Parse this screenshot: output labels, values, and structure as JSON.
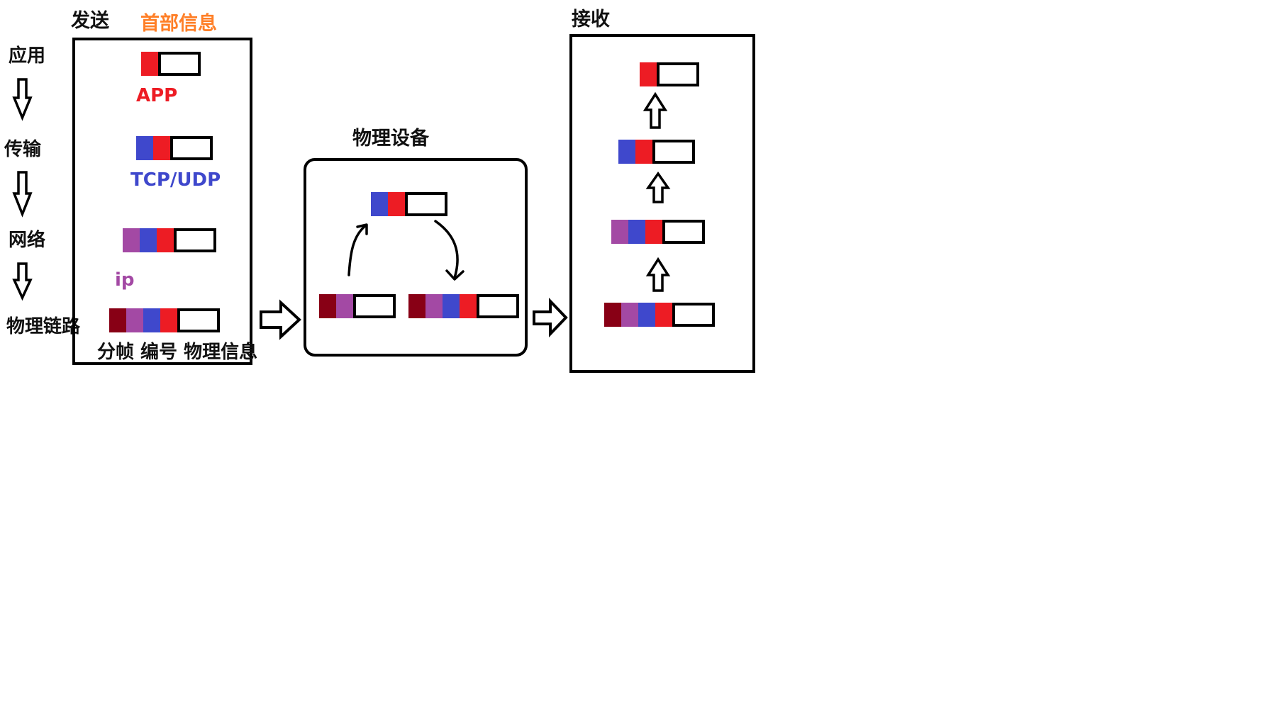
{
  "colors": {
    "app": "#ED1C24",
    "transport": "#3F48CC",
    "network": "#A349A4",
    "link": "#880015",
    "header_label": "#FF7F27"
  },
  "layers": {
    "app": "应用",
    "transport": "传输",
    "network": "网络",
    "link": "物理链路"
  },
  "send": {
    "title": "发送",
    "header_info": "首部信息",
    "label_app": "APP",
    "label_transport": "TCP/UDP",
    "label_network": "ip",
    "label_link": "分帧 编号 物理信息"
  },
  "device": {
    "title": "物理设备"
  },
  "receive": {
    "title": "接收"
  },
  "packets": {
    "send_app": [
      "app"
    ],
    "send_transport": [
      "transport",
      "app"
    ],
    "send_network": [
      "network",
      "transport",
      "app"
    ],
    "send_link": [
      "link",
      "network",
      "transport",
      "app"
    ],
    "dev_left": [
      "link",
      "network"
    ],
    "dev_top": [
      "transport",
      "app"
    ],
    "dev_right": [
      "link",
      "network",
      "transport",
      "app"
    ],
    "recv_app": [
      "app"
    ],
    "recv_transport": [
      "transport",
      "app"
    ],
    "recv_network": [
      "network",
      "transport",
      "app"
    ],
    "recv_link": [
      "link",
      "network",
      "transport",
      "app"
    ]
  }
}
